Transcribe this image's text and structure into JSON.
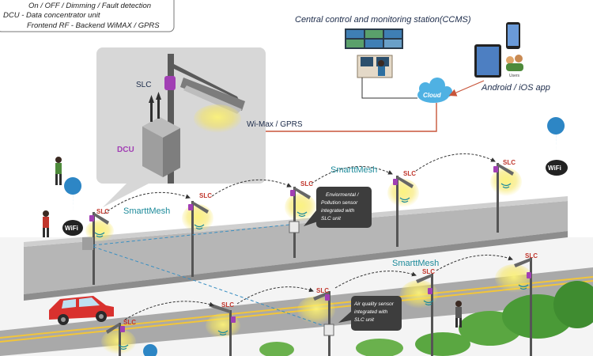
{
  "legend": {
    "line1": "On / OFF / Dimming / Fault detection",
    "line2": "DCU - Data concentrator unit",
    "line3": "Frontend RF - Backend WiMAX / GPRS"
  },
  "ccms": {
    "title": "Central control and monitoring station(CCMS)"
  },
  "cloud": {
    "label": "Cloud"
  },
  "app": {
    "label": "Android / iOS app",
    "users_label": "Users"
  },
  "inset": {
    "slc_label": "SLC",
    "dcu_label": "DCU",
    "link_label": "Wi-Max / GPRS"
  },
  "poles": {
    "slc_label": "SLC"
  },
  "mesh": {
    "label1": "SmarttMesh",
    "label2": "SmarttMesh",
    "label3": "SmarttMesh"
  },
  "wifi": {
    "label": "WiFi"
  },
  "notes": {
    "env": [
      "Enviormental /",
      "Pollution sensor",
      "integrated with",
      "SLC unit"
    ],
    "air": [
      "Air quality sensor",
      "integrated with",
      "SLC unit"
    ]
  },
  "colors": {
    "cable": "#c8553a",
    "mesh_text": "#1c8a9a",
    "slc_text": "#c0362c",
    "cloud": "#4fb1e3",
    "road": "#b4b4b4",
    "lamp_glow": "#f6e55c",
    "car": "#d9312e"
  }
}
